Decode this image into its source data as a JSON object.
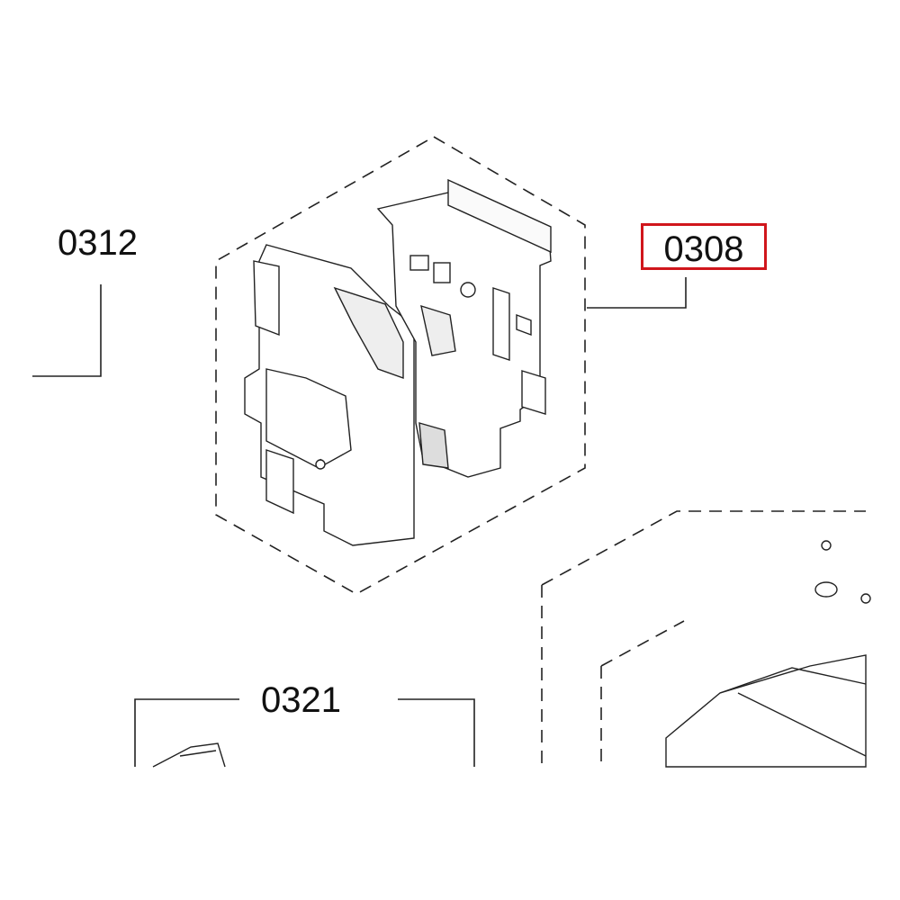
{
  "labels": {
    "part_0312": "0312",
    "part_0308": "0308",
    "part_0321": "0321"
  },
  "highlight_color": "#d0161c"
}
